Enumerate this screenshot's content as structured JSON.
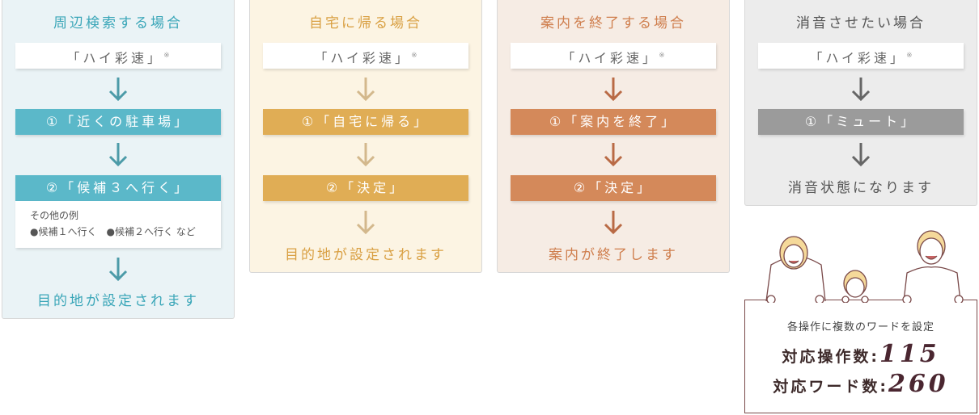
{
  "panels": [
    {
      "title": "周辺検索する場合",
      "wake": "「ハイ彩速」",
      "note": "※",
      "step1": "①「近くの駐車場」",
      "step2": "②「候補３へ行く」",
      "examples_label": "その他の例",
      "examples": "●候補１へ行く　●候補２へ行く など",
      "result": "目的地が設定されます",
      "colors": {
        "bg": "#eaf3f6",
        "box": "#5bb8c9",
        "arrow": "#4c9ba8",
        "text": "#3aa6b8"
      }
    },
    {
      "title": "自宅に帰る場合",
      "wake": "「ハイ彩速」",
      "note": "※",
      "step1": "①「自宅に帰る」",
      "step2": "②「決定」",
      "result": "目的地が設定されます",
      "colors": {
        "bg": "#fcf4e3",
        "box": "#e0ad55",
        "arrow": "#d3b88c",
        "text": "#d9a043"
      }
    },
    {
      "title": "案内を終了する場合",
      "wake": "「ハイ彩速」",
      "note": "※",
      "step1": "①「案内を終了」",
      "step2": "②「決定」",
      "result": "案内が終了します",
      "colors": {
        "bg": "#f6ece4",
        "box": "#d4895a",
        "arrow": "#b96a45",
        "text": "#cf7e4d"
      }
    },
    {
      "title": "消音させたい場合",
      "wake": "「ハイ彩速」",
      "note": "※",
      "step1": "①「ミュート」",
      "result": "消音状態になります",
      "colors": {
        "bg": "#ececec",
        "box": "#9b9b9b",
        "arrow": "#666666",
        "text": "#555555"
      }
    }
  ],
  "board": {
    "caption": "各操作に複数のワードを設定",
    "ops_label": "対応操作数:",
    "ops_value": "115",
    "words_label": "対応ワード数:",
    "words_value": "260"
  }
}
